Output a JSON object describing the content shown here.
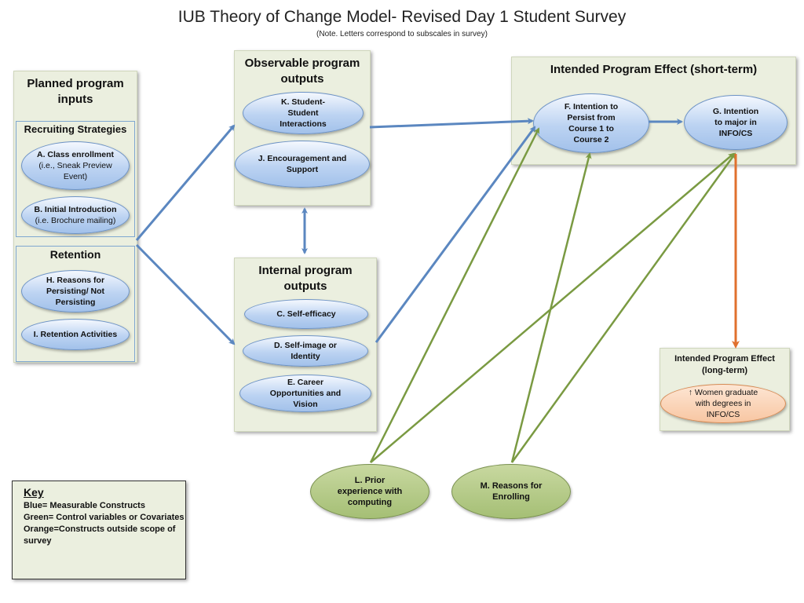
{
  "title": "IUB Theory of Change Model- Revised Day 1 Student Survey",
  "subtitle": "(Note. Letters correspond to subscales in survey)",
  "inputs": {
    "title": "Planned program inputs",
    "recruiting": {
      "title": "Recruiting Strategies",
      "a_bold": "A. Class enrollment",
      "a_plain": "(i.e., Sneak Preview Event)",
      "b_bold": "B. Initial Introduction",
      "b_plain": "(i.e. Brochure mailing)"
    },
    "retention": {
      "title": "Retention",
      "h": "H. Reasons for Persisting/ Not Persisting",
      "i": "I. Retention Activities"
    }
  },
  "observable": {
    "title": "Observable program outputs",
    "k": "K. Student-Student Interactions",
    "j": "J. Encouragement and Support"
  },
  "internal": {
    "title": "Internal program outputs",
    "c": "C. Self-efficacy",
    "d": "D. Self-image or Identity",
    "e": "E. Career Opportunities and Vision"
  },
  "short_term": {
    "title": "Intended Program Effect (short-term)",
    "f": "F. Intention to Persist from Course 1 to Course 2",
    "g": "G. Intention to major in INFO/CS"
  },
  "long_term": {
    "title": "Intended Program Effect (long-term)",
    "outcome": "↑ Women graduate with degrees in INFO/CS"
  },
  "covariates": {
    "l": "L. Prior experience with computing",
    "m": "M. Reasons for Enrolling"
  },
  "key": {
    "title": "Key",
    "blue": "Blue= Measurable Constructs",
    "green": "Green= Control variables or Covariates",
    "orange": "Orange=Constructs outside scope of survey"
  },
  "colors": {
    "blue_arrow": "#5b87c0",
    "green_arrow": "#7a9a42",
    "orange_arrow": "#e0702e",
    "panel_bg": "#ebefdf"
  }
}
